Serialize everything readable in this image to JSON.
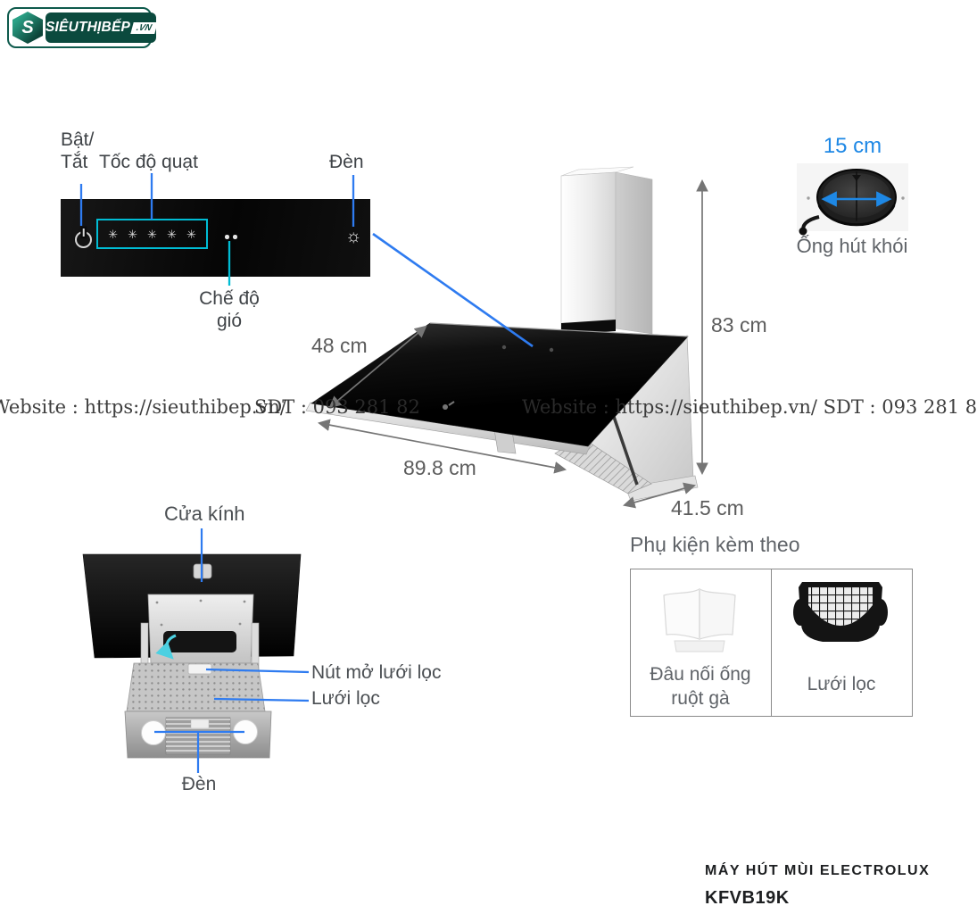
{
  "logo": {
    "name": "SIÊUTHỊBẾP",
    "tld": ".VN"
  },
  "control_panel": {
    "power_label_line1": "Bật/",
    "power_label_line2": "Tắt",
    "fan_speed_label": "Tốc độ quạt",
    "light_label": "Đèn",
    "wind_mode_label_line1": "Chế độ",
    "wind_mode_label_line2": "gió",
    "fan_glyph": "✳",
    "light_glyph": "☼"
  },
  "dimensions": {
    "depth_top": "48 cm",
    "width": "89.8 cm",
    "height": "83 cm",
    "body_depth": "41.5 cm",
    "duct_diameter": "15 cm"
  },
  "duct": {
    "label": "Ống hút khói"
  },
  "underside": {
    "glass_door_label": "Cửa kính",
    "filter_release_label": "Nút mở lưới lọc",
    "filter_label": "Lưới lọc",
    "lamp_label": "Đèn"
  },
  "accessories": {
    "title": "Phụ kiện kèm theo",
    "items": [
      {
        "label_line1": "Đâu nối ống",
        "label_line2": "ruột gà"
      },
      {
        "label": "Lưới lọc"
      }
    ]
  },
  "product": {
    "line1": "MÁY HÚT MÙI ELECTROLUX",
    "model": "KFVB19K"
  },
  "watermark": {
    "left_site": "Website : https://sieuthibep.vn/",
    "left_phone": "SDT : 093 281 82",
    "right": "Website : https://sieuthibep.vn/ SDT : 093 281 8"
  },
  "colors": {
    "callout_blue": "#2E7BF0",
    "highlight_cyan": "#00BCD4",
    "dimension_gray": "#757575",
    "duct_arrow_blue": "#1E88E5",
    "brand_green": "#0b4a3e"
  }
}
